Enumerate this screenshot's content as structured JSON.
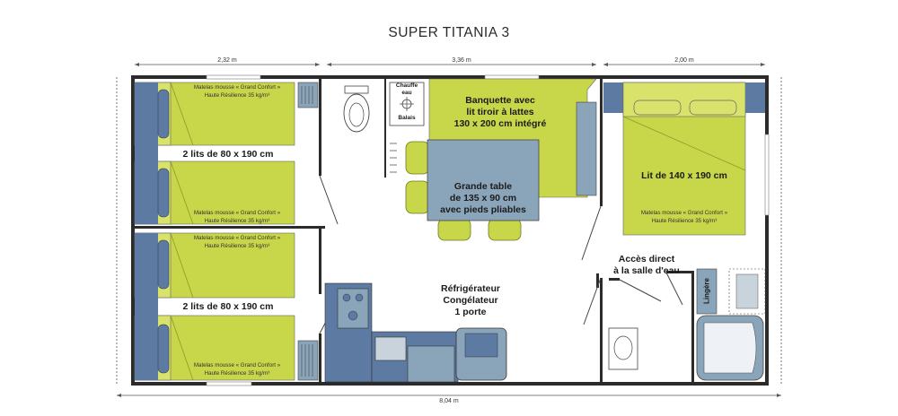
{
  "title": "SUPER TITANIA 3",
  "dimensions": {
    "section_1": "2,32 m",
    "section_2": "3,36 m",
    "section_3": "2,00 m",
    "total": "8,04 m"
  },
  "rooms": {
    "bedroom_1": {
      "beds": "2 lits de 80 x 190 cm",
      "mattress_line1": "Matelas mousse « Grand Confort »",
      "mattress_line2": "Haute Résilience 35 kg/m³"
    },
    "bedroom_1_bottom_mattress": {
      "line1": "Matelas mousse « Grand Confort »",
      "line2": "Haute Résilience 35 kg/m³"
    },
    "bedroom_2": {
      "beds": "2 lits de 80 x 190 cm",
      "mattress_line1": "Matelas mousse « Grand Confort »",
      "mattress_line2": "Haute Résilience 35 kg/m³"
    },
    "bedroom_2_bottom_mattress": {
      "line1": "Matelas mousse « Grand Confort »",
      "line2": "Haute Résilience 35 kg/m³"
    },
    "master": {
      "bed": "Lit de 140 x 190 cm",
      "mattress_line1": "Matelas mousse « Grand Confort »",
      "mattress_line2": "Haute Résilience 35 kg/m³"
    }
  },
  "living": {
    "bench_line1": "Banquette avec",
    "bench_line2": "lit tiroir à lattes",
    "bench_line3": "130 x 200 cm intégré",
    "table_line1": "Grande table",
    "table_line2": "de 135 x 90 cm",
    "table_line3": "avec pieds pliables"
  },
  "utility": {
    "boiler_line1": "Chauffe",
    "boiler_line2": "eau",
    "broom": "Balais",
    "fridge_line1": "Réfrigérateur",
    "fridge_line2": "Congélateur",
    "fridge_line3": "1 porte",
    "bath_access_line1": "Accès direct",
    "bath_access_line2": "à la salle d'eau",
    "linen": "Lingère"
  },
  "colors": {
    "bed": "#c8d64a",
    "cabinet_blue": "#5d7aa3",
    "appliance": "#8aa4b9",
    "wall": "#2b2b2b"
  }
}
